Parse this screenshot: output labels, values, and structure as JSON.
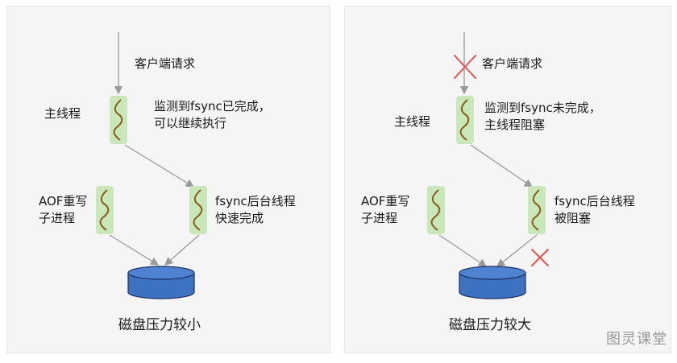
{
  "left": {
    "request_label": "客户端请求",
    "main_thread_label": "主线程",
    "main_status": "监测到fsync已完成，\n可以继续执行",
    "aof_label": "AOF重写\n子进程",
    "fsync_label": "fsync后台线程\n快速完成",
    "disk_label": "磁盘压力较小"
  },
  "right": {
    "request_label": "客户端请求",
    "main_thread_label": "主线程",
    "main_status": "监测到fsync未完成，\n主线程阻塞",
    "aof_label": "AOF重写\n子进程",
    "fsync_label": "fsync后台线程\n被阻塞",
    "disk_label": "磁盘压力较大"
  },
  "watermark": "图灵课堂",
  "colors": {
    "thread_fill": "#c9e8b9",
    "thread_squiggle": "#8a5a1a",
    "disk_fill": "#3c72c0",
    "disk_stroke": "#1c2f60",
    "cross": "#e0554f",
    "arrow": "#9a9a9a"
  }
}
